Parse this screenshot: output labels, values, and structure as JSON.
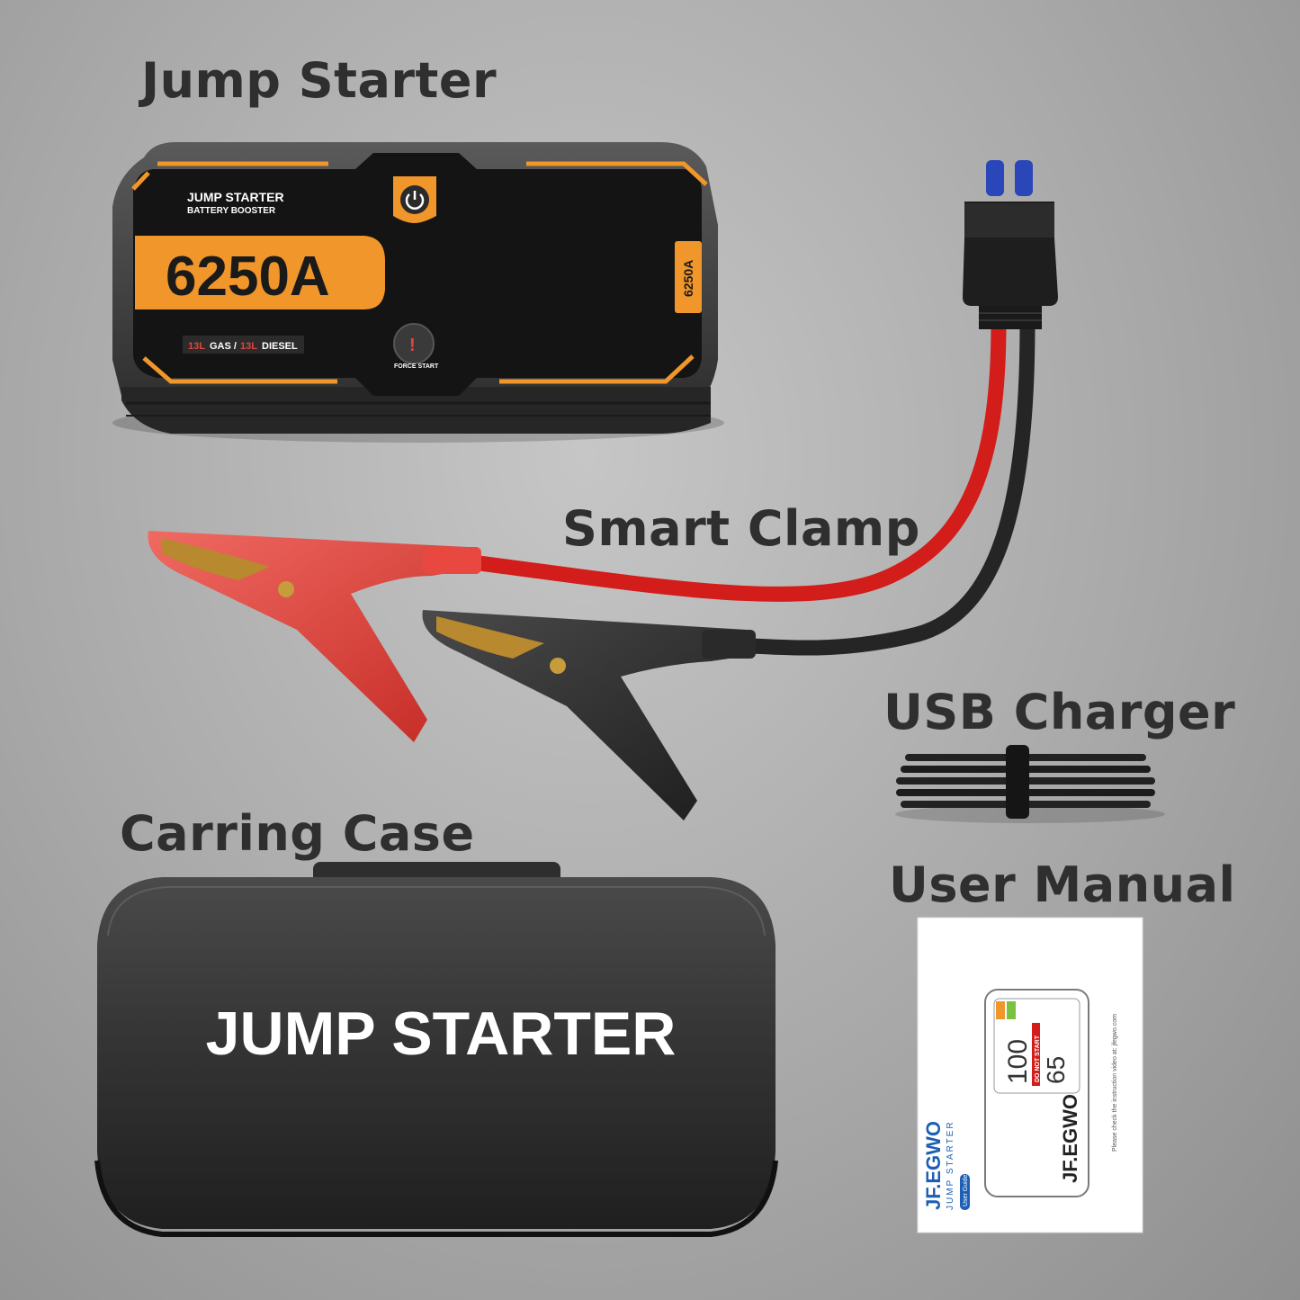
{
  "labels": {
    "jump_starter": "Jump Starter",
    "smart_clamp": "Smart Clamp",
    "usb_charger": "USB Charger",
    "carrying_case": "Carring Case",
    "user_manual": "User Manual"
  },
  "device": {
    "title_line1": "JUMP STARTER",
    "title_line2": "BATTERY BOOSTER",
    "rating": "6250A",
    "side_rating": "6250A",
    "engine_gas": "13L",
    "gas_label": "GAS /",
    "engine_diesel": "13L",
    "diesel_label": "DIESEL",
    "force_start": "FORCE START"
  },
  "case": {
    "text": "JUMP STARTER"
  },
  "manual": {
    "brand": "JF.EGWO",
    "subtitle": "JUMP STARTER",
    "guide": "User Guide",
    "display_percent": "100",
    "display_watts": "65",
    "warning": "DO NOT START",
    "side_note": "Please check the instruction video at: jfegwo.com",
    "device_brand": "JF.EGWO"
  },
  "colors": {
    "accent_orange": "#f0962a",
    "device_body": "#151515",
    "clamp_red": "#e0463f",
    "cable_red": "#d21d1a",
    "clamp_black": "#2a2a2a"
  }
}
